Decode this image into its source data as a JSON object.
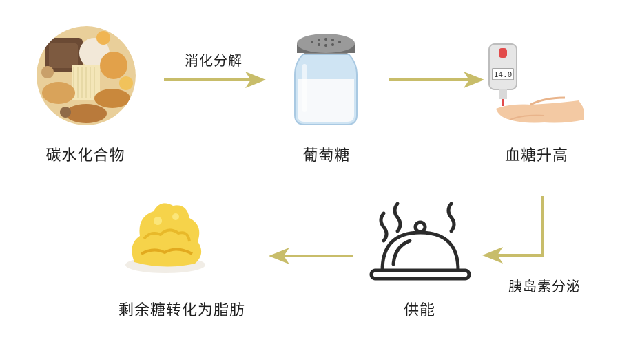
{
  "nodes": {
    "carbs": "碳水化合物",
    "glucose": "葡萄糖",
    "blood_sugar": "血糖升高",
    "energy": "供能",
    "fat": "剩余糖转化为脂肪"
  },
  "edges": {
    "digest": "消化分解",
    "insulin": "胰岛素分泌"
  },
  "meter_reading": "14.0",
  "colors": {
    "arrow": "#c8bd6a",
    "text": "#1e1e1e",
    "cloche": "#2b2b2b"
  }
}
